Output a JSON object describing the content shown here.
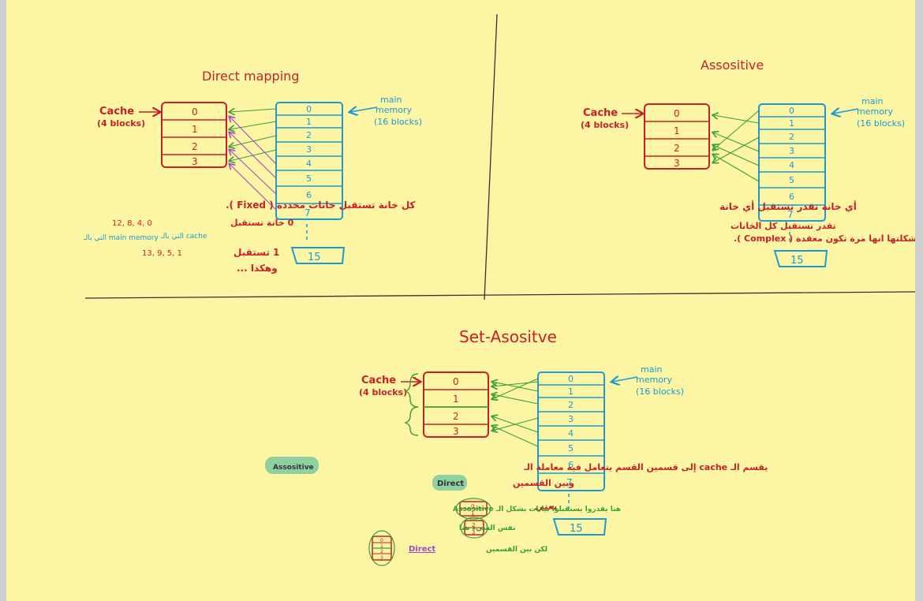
{
  "colors": {
    "paper": "#fcf5a4",
    "red": "#c8202a",
    "blue": "#1a9ad6",
    "green": "#3aa03a",
    "purple": "#a04ac8",
    "highlight": "#8fd0a0"
  },
  "direct": {
    "title": "Direct mapping",
    "cache_label": "Cache",
    "cache_sub": "(4 blocks)",
    "mem_label_1": "main",
    "mem_label_2": "memory",
    "mem_sub": "(16 blocks)",
    "cache_cells": [
      "0",
      "1",
      "2",
      "3"
    ],
    "mem_cells": [
      "0",
      "1",
      "2",
      "3",
      "4",
      "5",
      "6",
      "7"
    ],
    "mem_last": "15",
    "notes": {
      "n1": "كل خانة تستقبل خانات محددة ( Fixed ).",
      "n2": "0 خانة تستقبل",
      "n2_nums": "12, 8, 4, 0",
      "n2_a": "التي بالـ cache",
      "n2_b": "التي بالـ main memory",
      "n3": "1 تستقبل",
      "n3_nums": "13, 9, 5, 1",
      "n4": "وهكذا ..."
    }
  },
  "assoc": {
    "title": "Assositive",
    "cache_label": "Cache",
    "cache_sub": "(4 blocks)",
    "mem_label_1": "main",
    "mem_label_2": "memory",
    "mem_sub": "(16 blocks)",
    "cache_cells": [
      "0",
      "1",
      "2",
      "3"
    ],
    "mem_cells": [
      "0",
      "1",
      "2",
      "3",
      "4",
      "5",
      "6",
      "7"
    ],
    "mem_last": "15",
    "notes": {
      "n1": "أي خانة تقدر تستقبل أي خانة",
      "n2": "تقدر تستقبل كل الخانات",
      "n3": "مشكلتها انها مرة تكون معقدة ( Complex )."
    }
  },
  "set": {
    "title": "Set-Asositve",
    "cache_label": "Cache",
    "cache_sub": "(4 blocks)",
    "mem_label_1": "main",
    "mem_label_2": "memory",
    "mem_sub": "(16 blocks)",
    "cache_cells": [
      "0",
      "1",
      "2",
      "3"
    ],
    "mem_cells": [
      "0",
      "1",
      "2",
      "3",
      "4",
      "5",
      "6",
      "7"
    ],
    "mem_last": "15",
    "notes": {
      "n1a": "يقسم الـ cache إلى قسمين القسم يتعامل فيه معاملة الـ",
      "n1_hl": "Assositive",
      "n1b": "وبين القسمين",
      "n1_direct": "Direct",
      "n2": "يعني",
      "n2a": "هنا يقدروا يستقبلوا بيانات بشكل الـ Assositive",
      "n3a": "نفس الشيء هنا",
      "n4a": "لكن بين القسمين",
      "n4_direct": "Direct",
      "mini_a": [
        "0",
        "1"
      ],
      "mini_b": [
        "2",
        "3"
      ],
      "mini_c": [
        "0",
        "1",
        "2",
        "3"
      ]
    }
  }
}
